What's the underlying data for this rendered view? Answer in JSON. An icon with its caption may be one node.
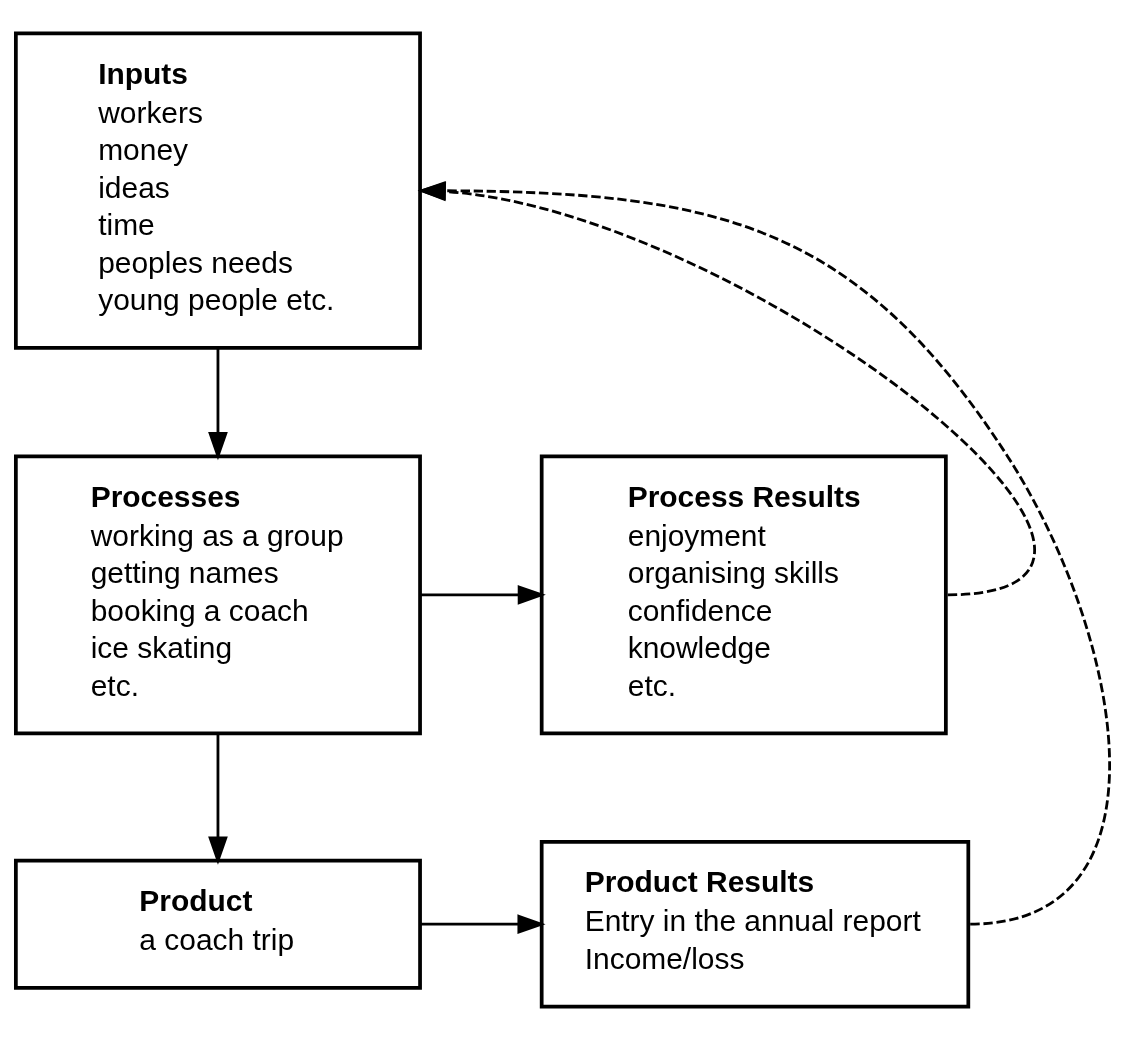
{
  "diagram": {
    "nodes": [
      {
        "text": [
          "Inputs",
          "workers",
          "money",
          "ideas",
          "time",
          "peoples needs",
          "young people etc."
        ]
      },
      {
        "text": [
          "Processes",
          "working as a group",
          "getting names",
          "booking a coach",
          "ice skating",
          "etc."
        ]
      },
      {
        "text": [
          "Process Results",
          "enjoyment",
          "organising skills",
          "confidence",
          "knowledge",
          "etc."
        ]
      },
      {
        "text": [
          "Product",
          "a coach trip"
        ]
      },
      {
        "text": [
          "Product Results",
          "Entry in the annual report",
          "Income/loss"
        ]
      }
    ],
    "edges": [
      {
        "from": 0,
        "to": 1,
        "arrow": "to"
      },
      {
        "from": 1,
        "to": 2,
        "arrow": "to"
      },
      {
        "from": 1,
        "to": 3,
        "arrow": "to"
      },
      {
        "from": 3,
        "to": 4,
        "arrow": "to"
      },
      {
        "from": 2,
        "to": 0,
        "arrow": "to",
        "style": "dashed"
      },
      {
        "from": 4,
        "to": 0,
        "arrow": "to",
        "style": "dashed"
      }
    ]
  }
}
